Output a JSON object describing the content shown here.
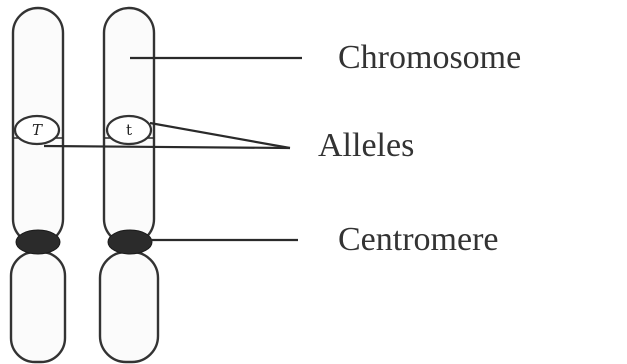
{
  "labels": {
    "chromosome": "Chromosome",
    "alleles": "Alleles",
    "centromere": "Centromere"
  },
  "alleles": {
    "left": "T",
    "right": "t"
  },
  "colors": {
    "outline": "#333333",
    "centromere": "#2b2b2b",
    "background": "#ffffff"
  }
}
